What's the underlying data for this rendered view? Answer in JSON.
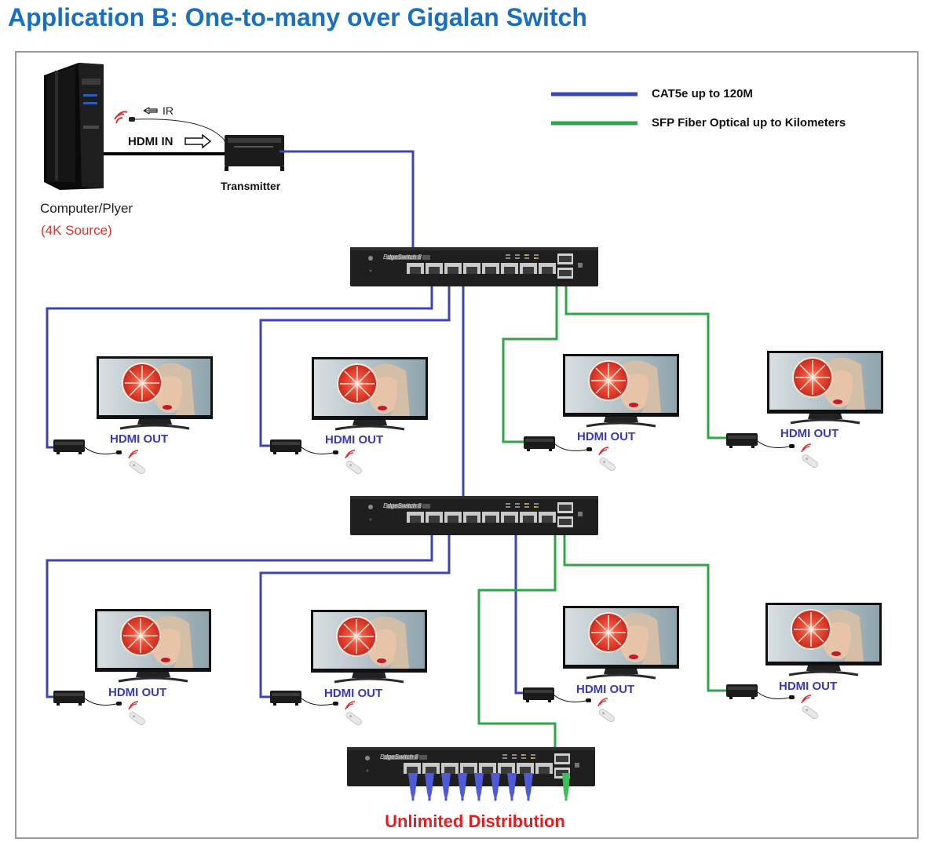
{
  "title": "Application B: One-to-many over Gigalan Switch",
  "legend": {
    "cat5e": {
      "label": "CAT5e up to 120M",
      "color": "#3b44b8"
    },
    "fiber": {
      "label": "SFP Fiber Optical up to Kilometers",
      "color": "#2fa64a"
    }
  },
  "source": {
    "ir_label": "IR",
    "hdmi_in_label": "HDMI IN",
    "transmitter_label": "Transmitter",
    "computer_label": "Computer/Plyer",
    "source_label": "(4K Source)"
  },
  "switch": {
    "brand_label": "EdgeSwitch 8"
  },
  "receivers": {
    "output_label": "HDMI OUT"
  },
  "footer": {
    "label": "Unlimited Distribution",
    "color": "#e02020"
  },
  "colors": {
    "title": "#1b6fbf",
    "cat5e": "#3b44b8",
    "fiber": "#2fa64a",
    "source_red": "#d9342b"
  },
  "icons": [
    "computer-tower-icon",
    "transmitter-box-icon",
    "network-switch-icon",
    "monitor-icon",
    "receiver-box-icon",
    "remote-control-icon",
    "ir-signal-icon"
  ]
}
